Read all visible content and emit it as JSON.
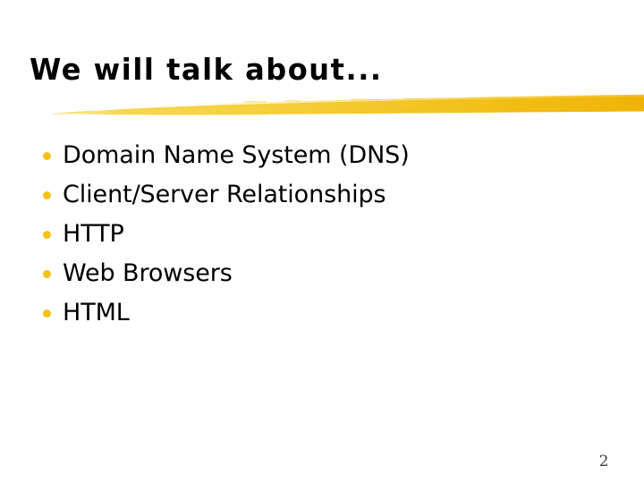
{
  "slide": {
    "title": "We will talk about...",
    "page_number": "2",
    "background_color": "#ffffff",
    "title_color": "#000000",
    "body_text_color": "#000000",
    "bullet_marker_color": "#F2C218",
    "page_number_color": "#3f3f3f",
    "accent_stroke_colors": {
      "light": "#F7DC64",
      "mid": "#F5D03A",
      "deep": "#F0B808",
      "edge": "#E8A800"
    }
  },
  "bullets": [
    {
      "label": "Domain Name System (DNS)"
    },
    {
      "label": "Client/Server Relationships"
    },
    {
      "label": "HTTP"
    },
    {
      "label": "Web Browsers"
    },
    {
      "label": "HTML"
    }
  ],
  "decor": {
    "divider_name": "yellow-brush-stroke"
  }
}
